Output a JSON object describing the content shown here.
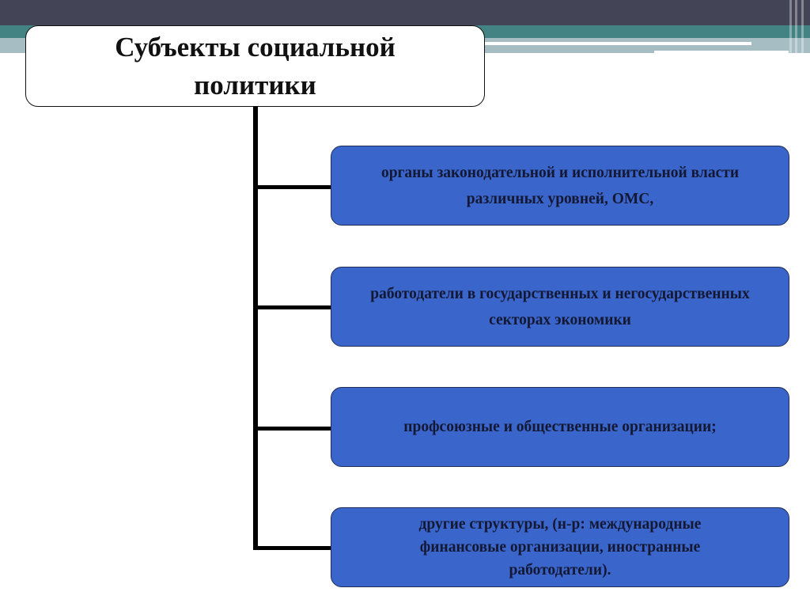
{
  "title": "Субъекты социальной политики",
  "items": [
    "органы законодательной и исполнительной власти различных уровней, ОМС,",
    "работодатели в государственных и негосударственных секторах экономики",
    "профсоюзные и общественные организации;",
    "другие структуры, (н-р: международные финансовые организации, иностранные работодатели)."
  ],
  "colors": {
    "header": "#434456",
    "accent": "#448383",
    "box": "#3a66cc"
  }
}
